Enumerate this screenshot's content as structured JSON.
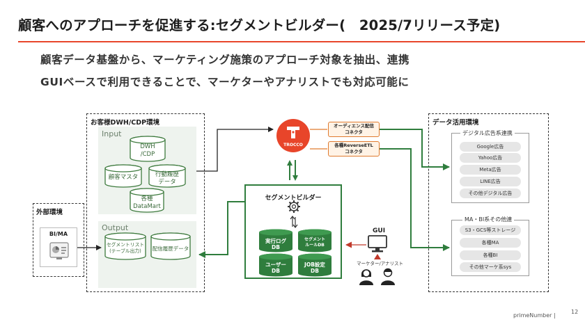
{
  "title": "顧客へのアプローチを促進する:セグメントビルダー(　2025/7リリース予定)",
  "subtitle_line1": "顧客データ基盤から、マーケティング施策のアプローチ対象を抽出、連携",
  "subtitle_line2": "GUIベースで利用できることで、マーケターやアナリストでも対応可能に",
  "customer_env": {
    "label": "お客様DWH/CDP環境",
    "input_label": "Input",
    "input_dbs": [
      "DWH\n/CDP",
      "顧客マスタ",
      "行動履歴\nデータ",
      "各種\nDataMart"
    ],
    "output_label": "Output",
    "output_dbs": [
      "セグメントリスト\n(テーブル出力)",
      "配信履歴データ"
    ]
  },
  "external_env": {
    "label": "外部環境",
    "item": "BI/MA"
  },
  "trocco": {
    "name": "TROCCO"
  },
  "connectors": [
    "オーディエンス配信\nコネクタ",
    "各種ReverseETL\nコネクタ"
  ],
  "segment_builder": {
    "title": "セグメントビルダー",
    "dbs": [
      "実行ログ\nDB",
      "セグメント\nルールDB",
      "ユーザー\nDB",
      "JOB設定\nDB"
    ]
  },
  "gui": {
    "label": "GUI",
    "users_label": "マーケター/アナリスト"
  },
  "data_env": {
    "label": "データ活用環境",
    "group1_label": "デジタル広告系連携",
    "group1_items": [
      "Google広告",
      "Yahoo広告",
      "Meta広告",
      "LINE広告",
      "その他デジタル広告"
    ],
    "group2_label": "MA・BI系その他連",
    "group2_items": [
      "S3・GCS等ストレージ",
      "各種MA",
      "各種BI",
      "その他マーケ系sys"
    ]
  },
  "footer": "primeNumber  |",
  "page_number": "12",
  "colors": {
    "accent": "#e8452a",
    "green": "#2f7d3d",
    "orange": "#e07a2e",
    "panel": "#eef3ee"
  }
}
